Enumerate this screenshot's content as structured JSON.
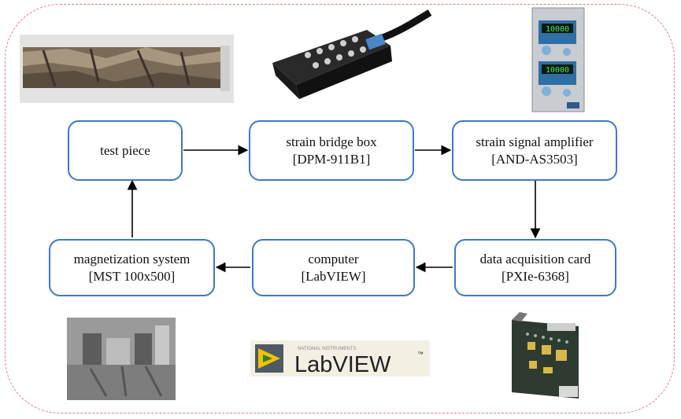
{
  "nodes": {
    "test_piece": {
      "line1": "test piece"
    },
    "strain_bridge_box": {
      "line1": "strain bridge box",
      "line2": "[DPM-911B1]"
    },
    "strain_signal_amplifier": {
      "line1": "strain signal amplifier",
      "line2": "[AND-AS3503]"
    },
    "data_acquisition_card": {
      "line1": "data acquisition card",
      "line2": "[PXIe-6368]"
    },
    "computer": {
      "line1": "computer",
      "line2": "[LabVIEW]"
    },
    "magnetization_system": {
      "line1": "magnetization system",
      "line2": "[MST 100x500]"
    }
  },
  "edges": [
    {
      "from": "test-piece",
      "to": "strain-bridge-box"
    },
    {
      "from": "strain-bridge-box",
      "to": "strain-signal-amplifier"
    },
    {
      "from": "strain-signal-amplifier",
      "to": "data-acquisition-card"
    },
    {
      "from": "data-acquisition-card",
      "to": "computer"
    },
    {
      "from": "computer",
      "to": "magnetization-system"
    },
    {
      "from": "magnetization-system",
      "to": "test-piece"
    }
  ],
  "photos": {
    "amplifier_display_top": "10000",
    "amplifier_display_bottom": "10000"
  },
  "labview_logo": {
    "small_text": "NATIONAL INSTRUMENTS",
    "brand": "LabVIEW",
    "tm": "™"
  },
  "colors": {
    "box_border": "#3f78c6",
    "frame_dashed": "#e07a7a",
    "arrow": "#000000",
    "logo_yellow": "#f2c200"
  }
}
